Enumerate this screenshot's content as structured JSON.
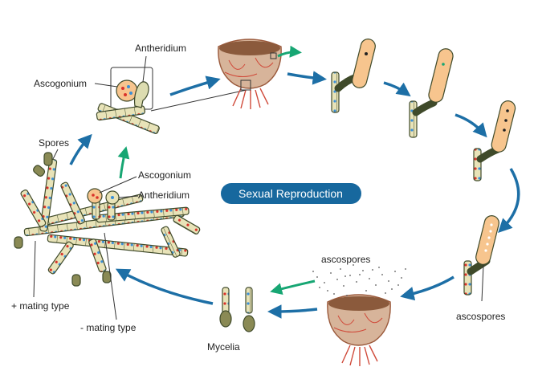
{
  "title": "Sexual Reproduction",
  "labels": {
    "antheridium_top": "Antheridium",
    "ascogonium_top": "Ascogonium",
    "spores": "Spores",
    "ascogonium_mid": "Ascogonium",
    "antheridium_mid": "Antheridium",
    "plus_mating": "+ mating type",
    "minus_mating": "- mating type",
    "mycelia": "Mycelia",
    "ascospores_top": "ascospores",
    "ascospores_right": "ascospores"
  },
  "colors": {
    "hypha_fill": "#e8e3b8",
    "hypha_outline": "#3f4a2a",
    "nucleus_red": "#d9322b",
    "nucleus_blue": "#3b8fd6",
    "ascus_fill": "#f7c58e",
    "cup_fill": "#d7b49a",
    "cup_rim": "#9b5a3c",
    "rhizoid": "#d04a3a",
    "flow_arrow": "#1d6fa6",
    "green_arrow": "#17a673",
    "title_pill": "#17689e",
    "mycelia_fill": "#8a8a55"
  }
}
